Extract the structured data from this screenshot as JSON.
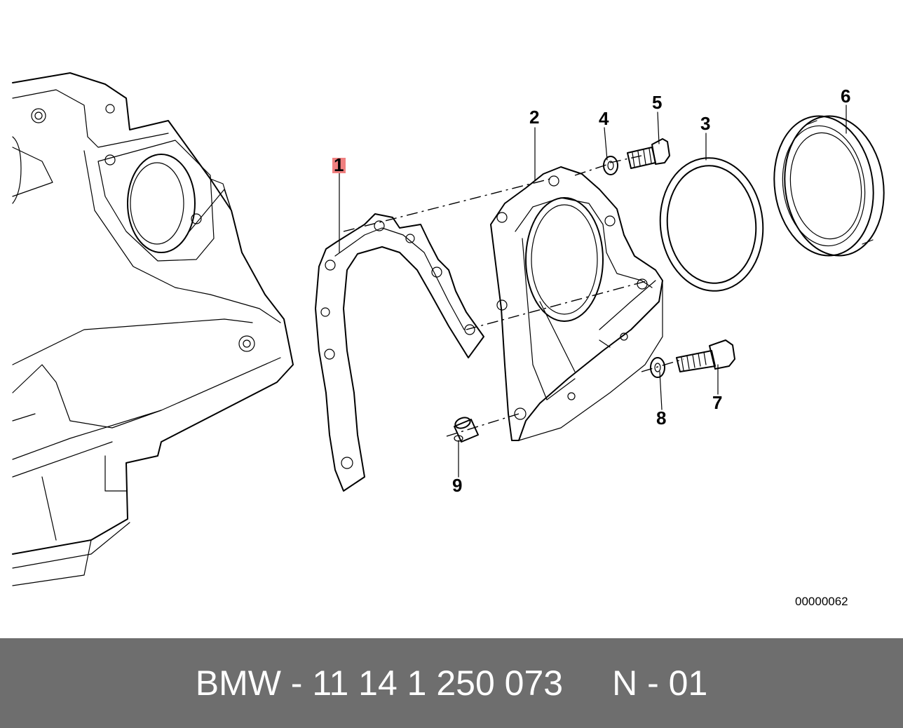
{
  "diagram": {
    "labels": [
      {
        "id": "1",
        "text": "1",
        "highlighted": true
      },
      {
        "id": "2",
        "text": "2"
      },
      {
        "id": "3",
        "text": "3"
      },
      {
        "id": "4",
        "text": "4"
      },
      {
        "id": "5",
        "text": "5"
      },
      {
        "id": "6",
        "text": "6"
      },
      {
        "id": "7",
        "text": "7"
      },
      {
        "id": "8",
        "text": "8"
      },
      {
        "id": "9",
        "text": "9"
      }
    ],
    "drawing_code": "00000062",
    "highlight_color": "#f08080"
  },
  "footer": {
    "part_number": "BMW - 11 14 1 250 073",
    "position": "N - 01",
    "background": "#6e6e6e"
  }
}
